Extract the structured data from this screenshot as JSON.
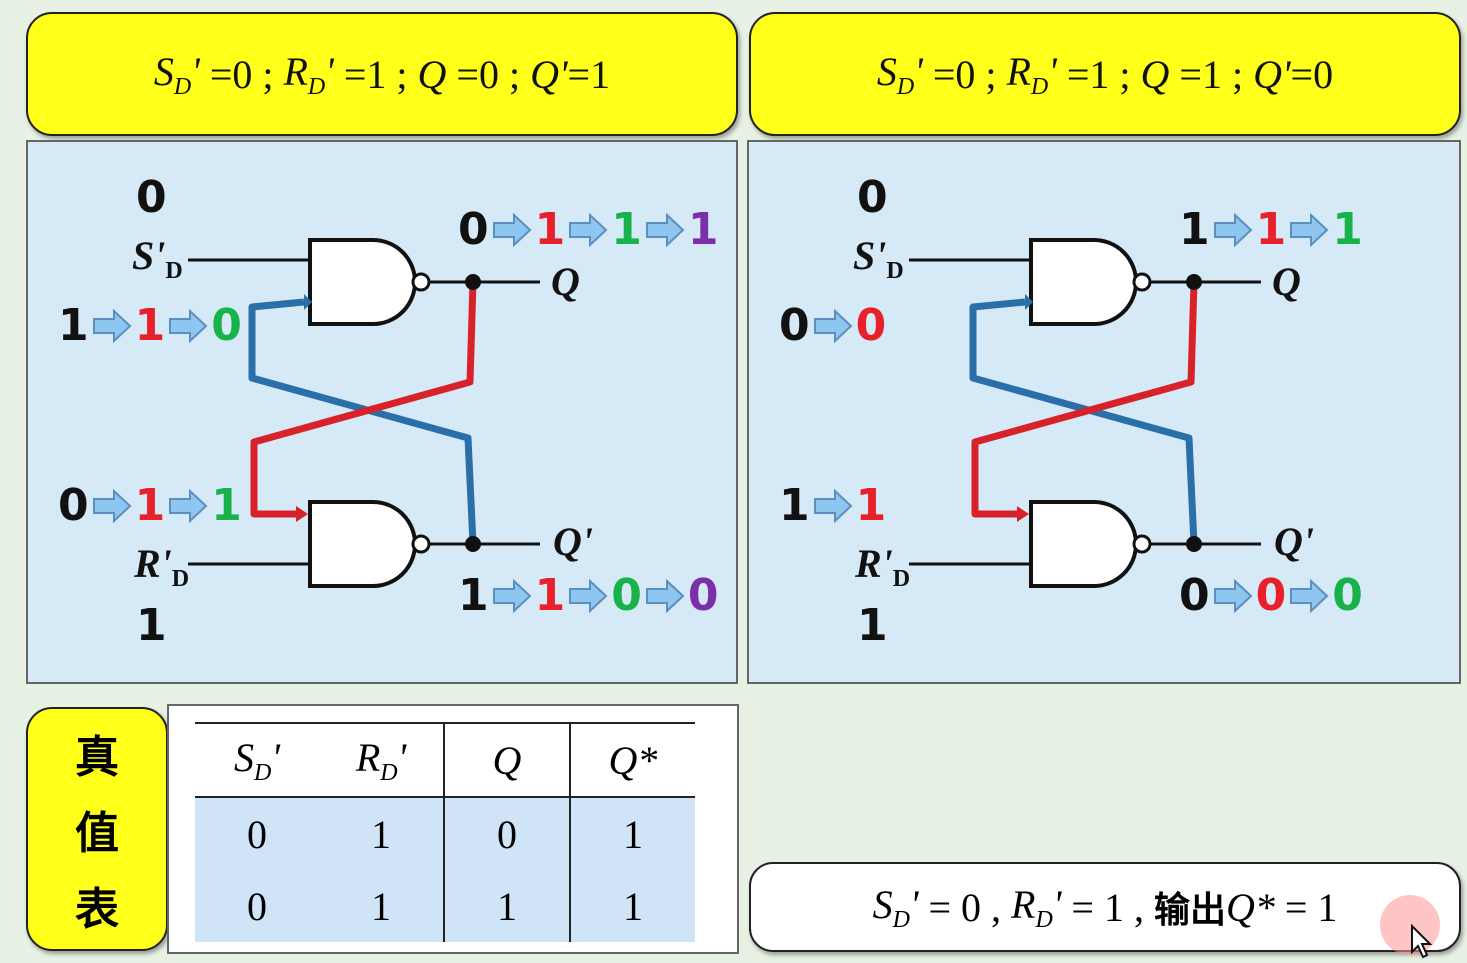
{
  "left_header": "S_D'=0 ; R_D'=1 ; Q=0 ; Q'=1",
  "right_header": "S_D'=0 ; R_D'=1 ; Q=1 ; Q'=0",
  "left_panel": {
    "s_top_value": "0",
    "s_label": "S'D",
    "r_label": "R'D",
    "r_bottom_value": "1",
    "q_label": "Q",
    "qn_label": "Q'",
    "s_feedback_seq": [
      "1",
      "1",
      "0"
    ],
    "r_feedback_seq": [
      "0",
      "1",
      "1"
    ],
    "q_seq": [
      "0",
      "1",
      "1",
      "1"
    ],
    "qn_seq": [
      "1",
      "1",
      "0",
      "0"
    ]
  },
  "right_panel": {
    "s_top_value": "0",
    "s_label": "S'D",
    "r_label": "R'D",
    "r_bottom_value": "1",
    "q_label": "Q",
    "qn_label": "Q'",
    "s_feedback_seq": [
      "0",
      "0"
    ],
    "r_feedback_seq": [
      "1",
      "1"
    ],
    "q_seq": [
      "1",
      "1",
      "1"
    ],
    "qn_seq": [
      "0",
      "0",
      "0"
    ]
  },
  "truth_table": {
    "label_chars": [
      "真",
      "值",
      "表"
    ],
    "headers": [
      "S_D'",
      "R_D'",
      "Q",
      "Q*"
    ],
    "rows": [
      [
        "0",
        "1",
        "0",
        "1"
      ],
      [
        "0",
        "1",
        "1",
        "1"
      ]
    ]
  },
  "result_text": "S_D'=0 , R_D'=1 , 输出Q*=1",
  "colors": {
    "step_black": "#111111",
    "step_red": "#e8202a",
    "step_green": "#18b24a",
    "step_purple": "#7b2fa8",
    "wire_blue": "#2a6fa8",
    "wire_red": "#d8222a",
    "arrow_fill": "#8ec6f0",
    "highlight": "#ffff1a"
  }
}
